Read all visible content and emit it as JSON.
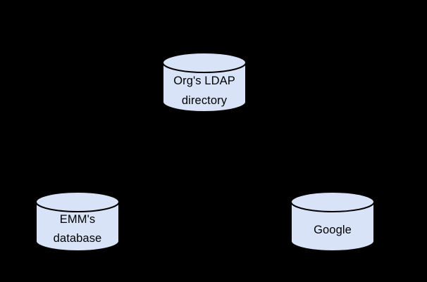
{
  "diagram": {
    "background_color": "#000000",
    "cylinder_fill": "#d8e3f8",
    "cylinder_stroke": "#000000",
    "text_color": "#000000",
    "nodes": [
      {
        "id": "org-ldap-directory",
        "shape": "database-cylinder",
        "lines": [
          "Org's LDAP",
          "directory"
        ]
      },
      {
        "id": "emm-database",
        "shape": "database-cylinder",
        "lines": [
          "EMM's",
          "database"
        ]
      },
      {
        "id": "google",
        "shape": "database-cylinder",
        "lines": [
          "Google"
        ]
      }
    ]
  }
}
